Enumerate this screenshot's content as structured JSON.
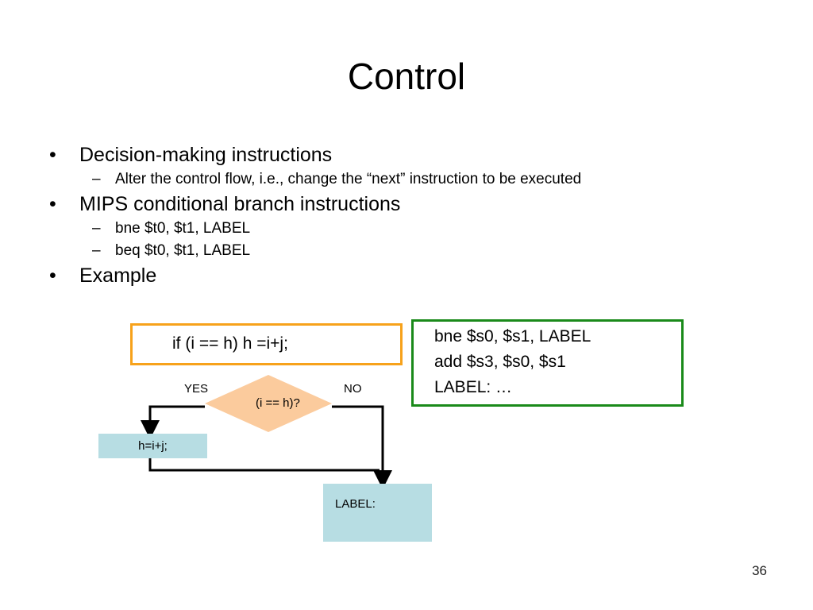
{
  "slide": {
    "title": "Control",
    "page_number": "36"
  },
  "bullets": [
    {
      "text": "Decision-making instructions",
      "sub": [
        "Alter the control flow, i.e., change the “next” instruction to be executed"
      ]
    },
    {
      "text": "MIPS conditional branch instructions",
      "sub": [
        "bne $t0, $t1, LABEL",
        "beq $t0, $t1, LABEL"
      ]
    },
    {
      "text": "Example",
      "sub": []
    }
  ],
  "code_box": {
    "text": "if (i == h) h =i+j;",
    "border_color": "#f7a21b"
  },
  "mips_box": {
    "lines": [
      "bne $s0, $s1, LABEL",
      "add $s3, $s0, $s1",
      "LABEL: …"
    ],
    "border_color": "#1a8a1a"
  },
  "flowchart": {
    "decision": "(i == h)?",
    "yes_label": "YES",
    "no_label": "NO",
    "action_box": "h=i+j;",
    "label_box": "LABEL:",
    "decision_color": "#fbcb9d",
    "box_color": "#b7dde3"
  }
}
